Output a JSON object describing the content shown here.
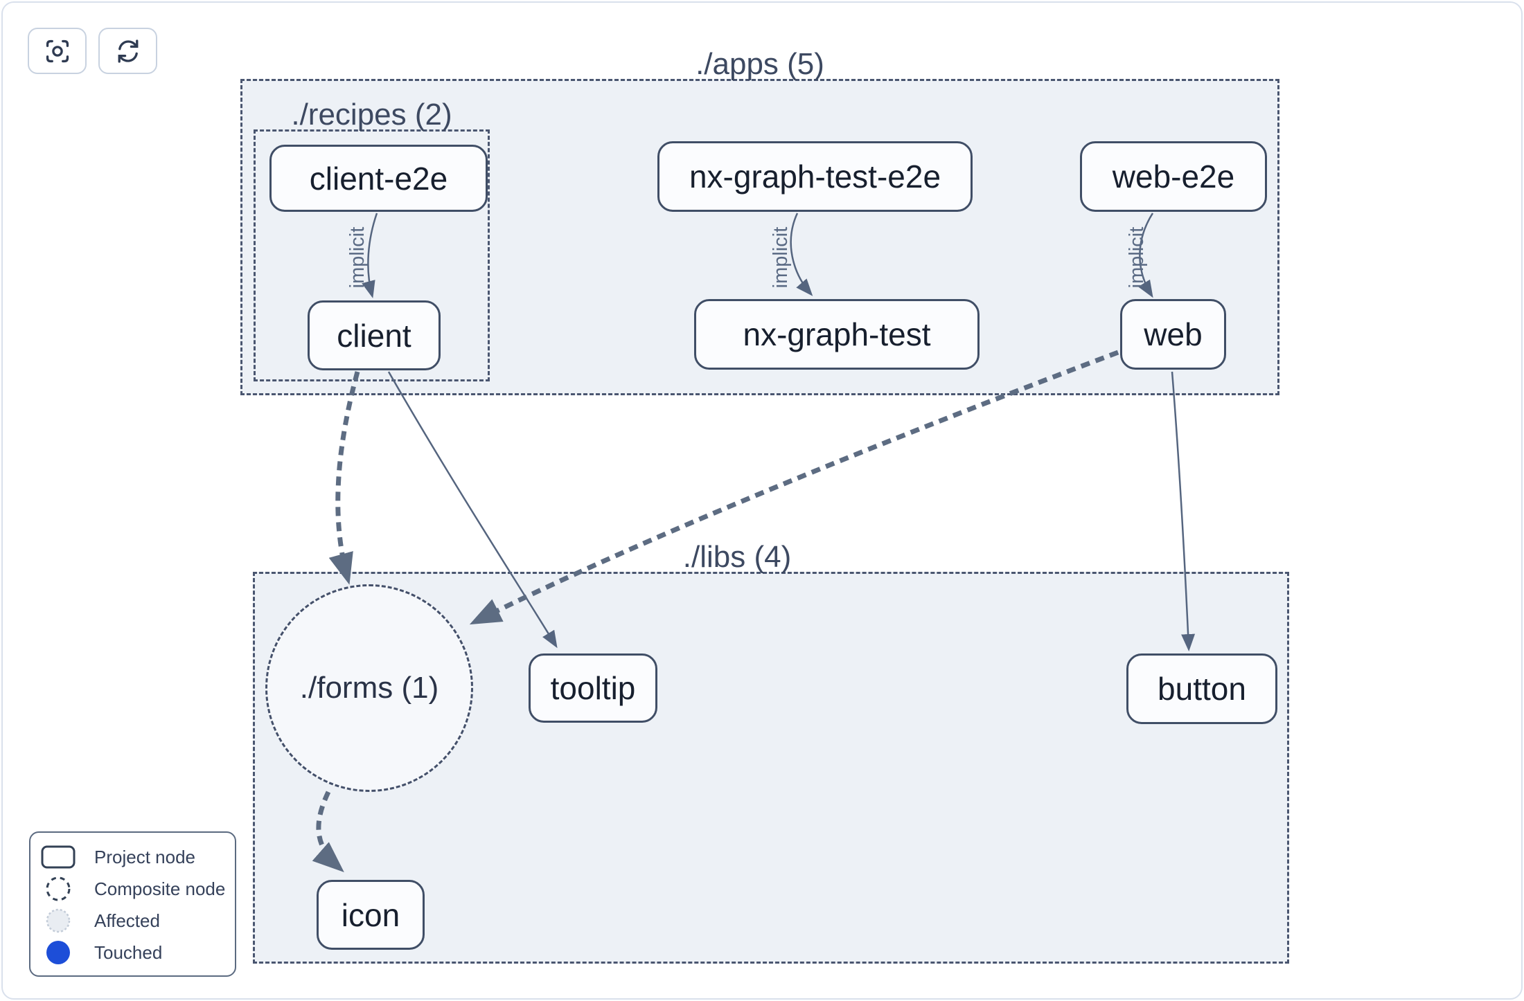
{
  "toolbar": {
    "buttons": [
      {
        "icon": "focus-icon"
      },
      {
        "icon": "refresh-icon"
      }
    ]
  },
  "groups": {
    "apps": {
      "label": "./apps (5)"
    },
    "recipes": {
      "label": "./recipes (2)"
    },
    "libs": {
      "label": "./libs (4)"
    },
    "forms": {
      "label": "./forms (1)"
    }
  },
  "nodes": [
    {
      "id": "client-e2e",
      "label": "client-e2e"
    },
    {
      "id": "client",
      "label": "client"
    },
    {
      "id": "nx-graph-test-e2e",
      "label": "nx-graph-test-e2e"
    },
    {
      "id": "nx-graph-test",
      "label": "nx-graph-test"
    },
    {
      "id": "web-e2e",
      "label": "web-e2e"
    },
    {
      "id": "web",
      "label": "web"
    },
    {
      "id": "tooltip",
      "label": "tooltip"
    },
    {
      "id": "button",
      "label": "button"
    },
    {
      "id": "icon",
      "label": "icon"
    }
  ],
  "edges": {
    "items": [
      {
        "from": "client-e2e",
        "to": "client",
        "label": "implicit",
        "style": "thin"
      },
      {
        "from": "nx-graph-test-e2e",
        "to": "nx-graph-test",
        "label": "implicit",
        "style": "thin"
      },
      {
        "from": "web-e2e",
        "to": "web",
        "label": "implicit",
        "style": "thin"
      },
      {
        "from": "client",
        "to": "./forms",
        "label": "",
        "style": "thick-dashed"
      },
      {
        "from": "web",
        "to": "./forms",
        "label": "",
        "style": "thick-dashed"
      },
      {
        "from": "./forms",
        "to": "icon",
        "label": "",
        "style": "thick-dashed"
      },
      {
        "from": "client",
        "to": "tooltip",
        "label": "",
        "style": "thin"
      },
      {
        "from": "web",
        "to": "button",
        "label": "",
        "style": "thin"
      }
    ]
  },
  "legend": {
    "items": [
      {
        "glyph": "project-node-glyph",
        "label": "Project node"
      },
      {
        "glyph": "composite-node-glyph",
        "label": "Composite node"
      },
      {
        "glyph": "affected-glyph",
        "label": "Affected"
      },
      {
        "glyph": "touched-glyph",
        "label": "Touched"
      }
    ]
  },
  "colors": {
    "touched": "#1d4ed8",
    "affected_fill": "#e9edf2",
    "container_fill": "#edf1f6",
    "node_border": "#404e66",
    "edge": "#5d6c82"
  }
}
